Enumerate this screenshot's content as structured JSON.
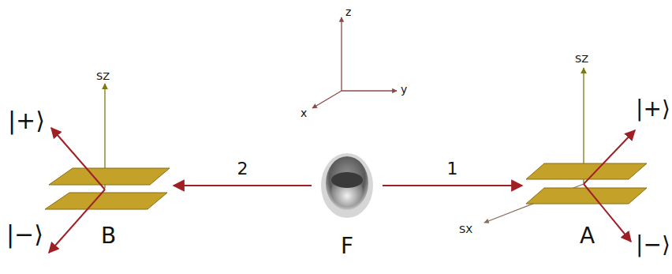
{
  "diagram": {
    "nodes": [
      {
        "text": [
          "B"
        ]
      },
      {
        "text": [
          "F"
        ]
      },
      {
        "text": [
          "A"
        ]
      }
    ],
    "edges": [
      {
        "from": 1,
        "to": 0,
        "arrow": "to",
        "label": "2"
      },
      {
        "from": 1,
        "to": 2,
        "arrow": "to",
        "label": "1"
      }
    ],
    "labels": [
      "z",
      "y",
      "x",
      "SZ",
      "|+⟩",
      "|−⟩",
      "SZ",
      "SX",
      "|+⟩",
      "|−⟩"
    ]
  }
}
